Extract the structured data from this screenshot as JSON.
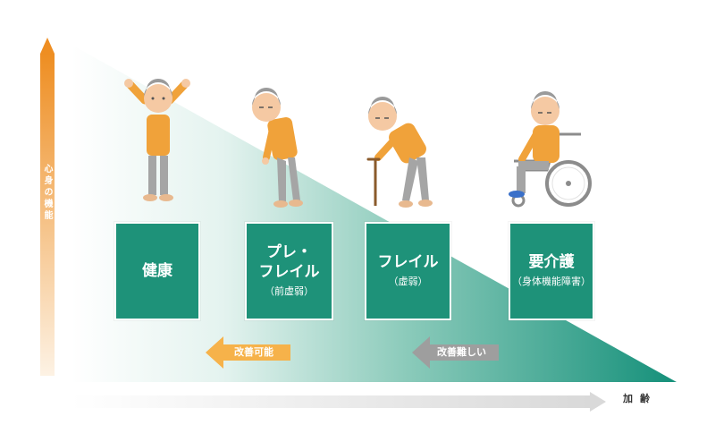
{
  "axes": {
    "vertical_label": "心身の機能",
    "horizontal_label": "加齢"
  },
  "stages": [
    {
      "title": "健康",
      "subtitle": ""
    },
    {
      "title": "プレ・\nフレイル",
      "subtitle": "（前虚弱）"
    },
    {
      "title": "フレイル",
      "subtitle": "（虚弱）"
    },
    {
      "title": "要介護",
      "subtitle": "（身体機能障害）"
    }
  ],
  "arrows": {
    "improvable": "改善可能",
    "hard_to_improve": "改善難しい"
  },
  "colors": {
    "accent_green": "#1e9279",
    "accent_orange": "#f39b2a",
    "arrow_orange": "#f6b24a",
    "arrow_gray": "#9e9e9e",
    "shirt_orange": "#f0a23a",
    "pants_gray": "#a5a5a5"
  },
  "icons": [
    "elderly-person-raising-arms-icon",
    "elderly-person-stooped-icon",
    "elderly-person-with-cane-icon",
    "elderly-person-in-wheelchair-icon"
  ]
}
